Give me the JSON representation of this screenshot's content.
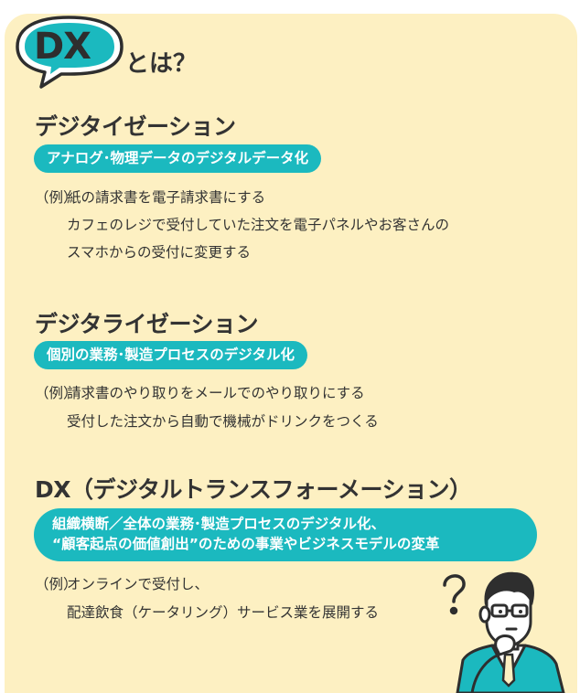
{
  "header": {
    "badge": "DX",
    "suffix": "とは？"
  },
  "sections": [
    {
      "title": "デジタイゼーション",
      "summary": "アナログ･物理データのデジタルデータ化",
      "example_label": "（例）",
      "examples": [
        "紙の請求書を電子請求書にする",
        "カフェのレジで受付していた注文を電子パネルやお客さんの",
        "スマホからの受付に変更する"
      ]
    },
    {
      "title": "デジタライゼーション",
      "summary": "個別の業務･製造プロセスのデジタル化",
      "example_label": "（例）",
      "examples": [
        "請求書のやり取りをメールでのやり取りにする",
        "受付した注文から自動で機械がドリンクをつくる"
      ]
    },
    {
      "title": "DX（デジタルトランスフォーメーション）",
      "summary_lines": [
        "組織横断／全体の業務･製造プロセスのデジタル化、",
        "“顧客起点の価値創出”のための事業やビジネスモデルの変革"
      ],
      "example_label": "（例）",
      "examples": [
        "オンラインで受付し、",
        "配達飲食（ケータリング）サービス業を展開する"
      ]
    }
  ],
  "colors": {
    "card_bg": "#fdf0c2",
    "accent": "#1bb9bf",
    "text": "#333333"
  },
  "icons": {
    "bubble": "speech-bubble-icon",
    "person": "thinking-person-illustration",
    "question": "question-mark-icon"
  }
}
